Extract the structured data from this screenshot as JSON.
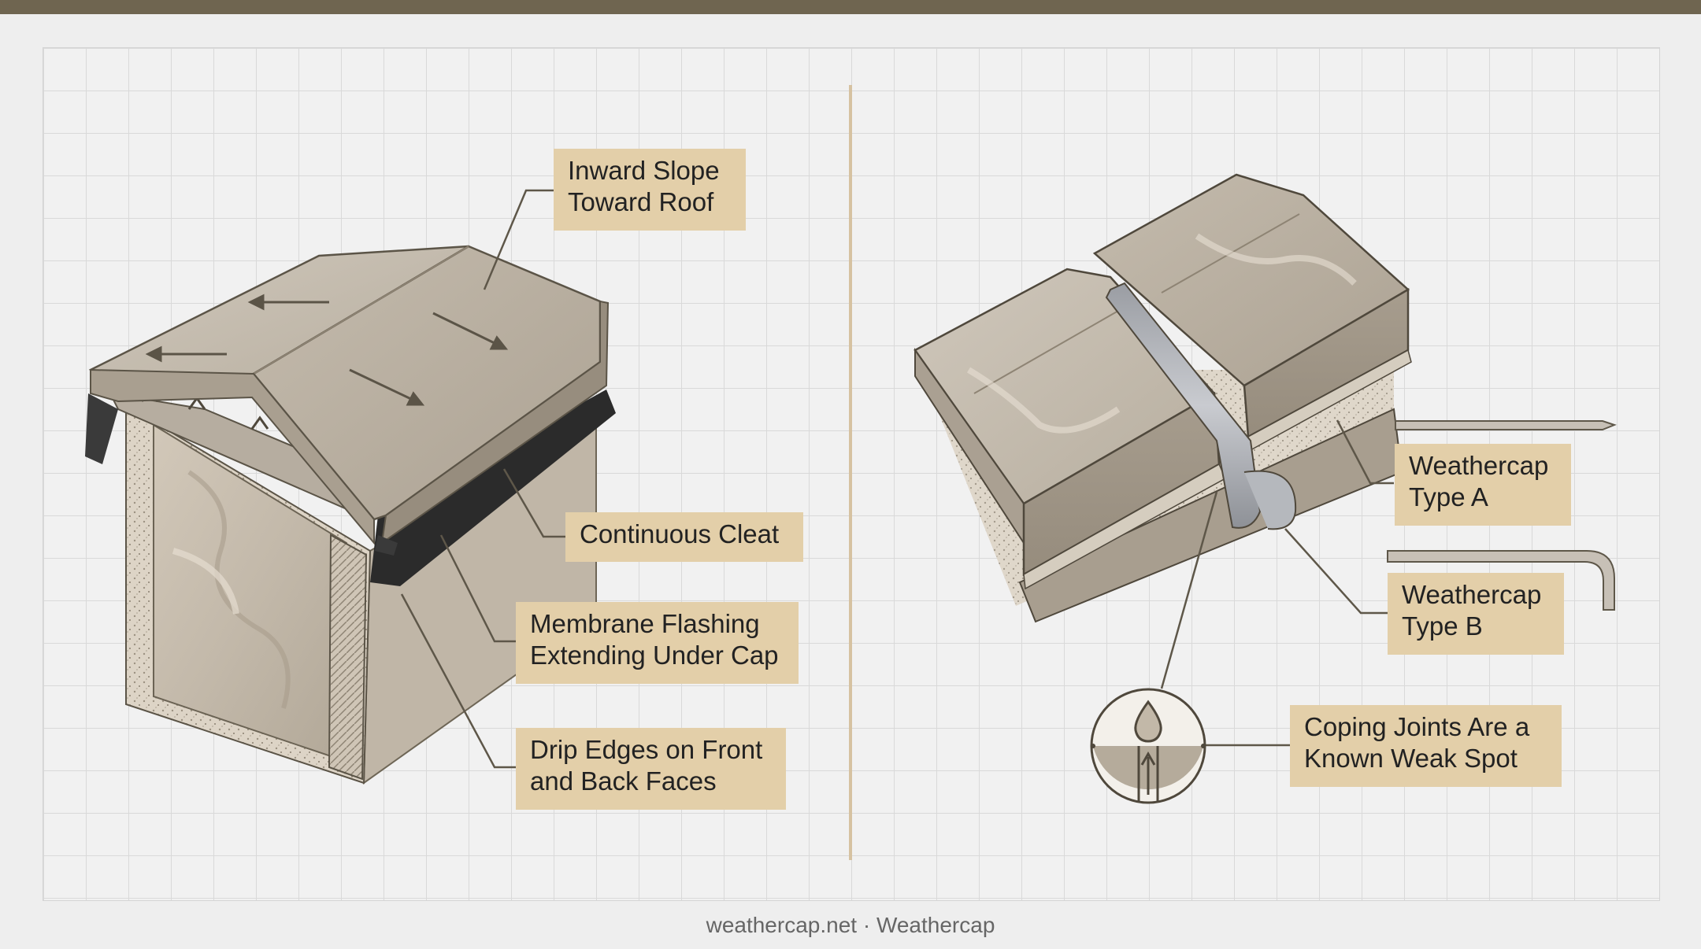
{
  "labels": {
    "inward_slope": "Inward Slope\nToward Roof",
    "continuous_cleat": "Continuous Cleat",
    "membrane_flashing": "Membrane Flashing\nExtending Under Cap",
    "drip_edges": "Drip Edges on Front\nand Back Faces",
    "type_a": "Weathercap\nType A",
    "type_b": "Weathercap\nType B",
    "coping_joints": "Coping Joints Are a\nKnown Weak Spot"
  },
  "footer": {
    "text": "weathercap.net · Weathercap"
  },
  "colors": {
    "top_bar": "#6f6550",
    "label_bg": "#e3cfa9",
    "divider": "#d6c2a1",
    "stone": "#b9b0a2",
    "membrane": "#2b2b2b"
  }
}
